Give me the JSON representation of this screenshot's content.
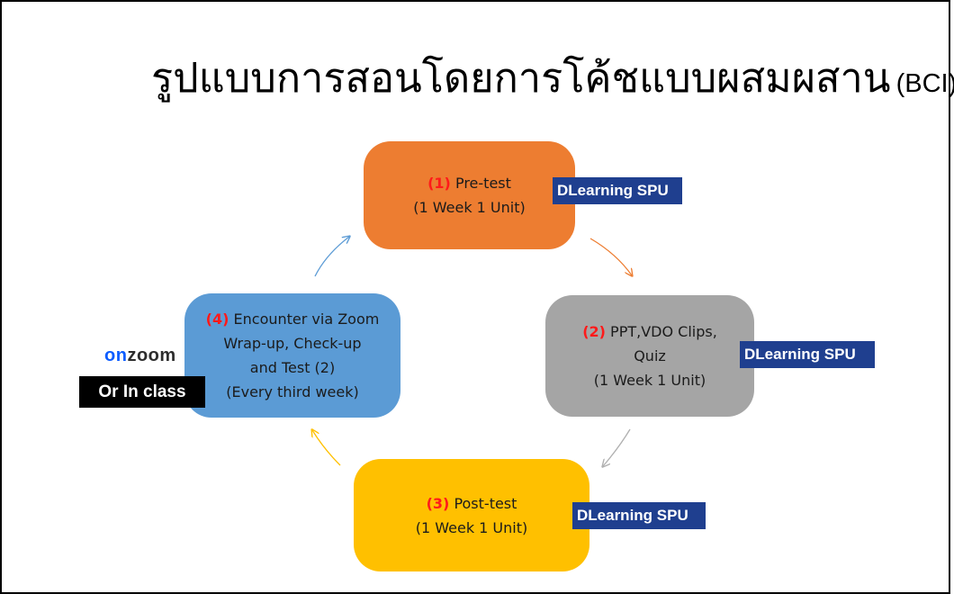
{
  "title": {
    "thai": "รูปแบบการสอนโดยการโค้ชแบบผสมผสาน",
    "suffix": "(BCI)"
  },
  "colors": {
    "step1": "#ed7d31",
    "step2": "#a5a5a5",
    "step3": "#ffc000",
    "step4": "#5b9bd5",
    "dlearning": "#1f3f8f",
    "accent_number": "#ff1a1a"
  },
  "steps": [
    {
      "number": "(1)",
      "line1": "Pre-test",
      "line2": "(1 Week 1 Unit)",
      "tag": "DLearning SPU"
    },
    {
      "number": "(2)",
      "line1": "PPT,VDO Clips,",
      "line2": "Quiz",
      "line3": "(1 Week 1 Unit)",
      "tag": "DLearning SPU"
    },
    {
      "number": "(3)",
      "line1": "Post-test",
      "line2": "(1 Week 1 Unit)",
      "tag": "DLearning SPU"
    },
    {
      "number": "(4)",
      "line1": "Encounter via Zoom",
      "line2": "Wrap-up, Check-up",
      "line3": "and Test (2)",
      "line4": "(Every third week)"
    }
  ],
  "zoom": {
    "on": "on",
    "zoom": "zoom",
    "inclass": "Or In class"
  },
  "icons": {
    "arrow": "curved-arrow-icon",
    "zoom": "onzoom-logo"
  }
}
